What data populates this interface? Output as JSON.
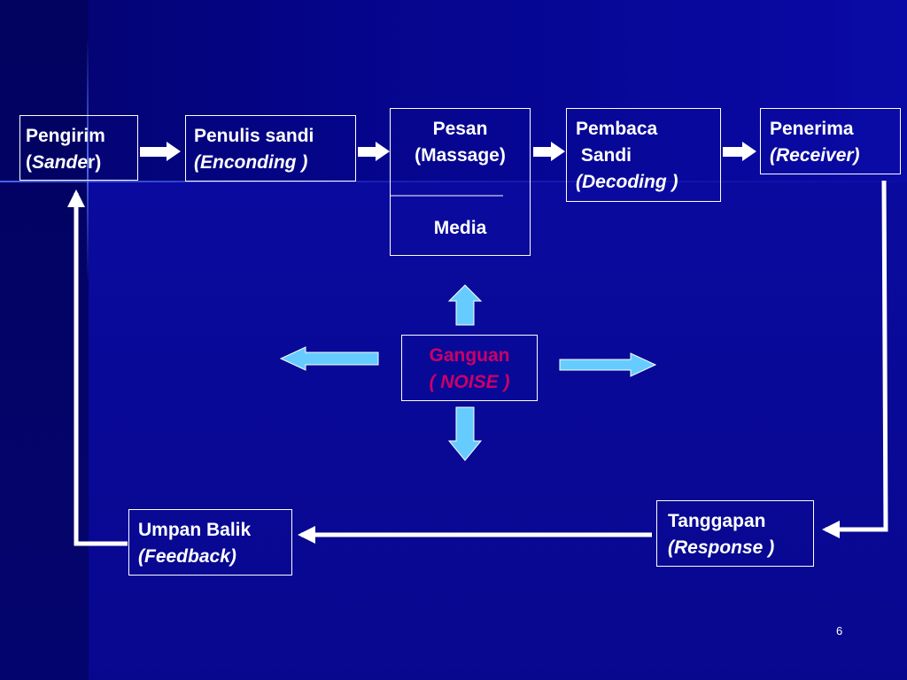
{
  "nodes": {
    "sender": {
      "line1": "Pengirim",
      "line2_prefix": "(",
      "line2_italic": "Sande",
      "line2_suffix": "r)"
    },
    "encoder": {
      "line1": "Penulis sandi",
      "line2": "(Enconding )"
    },
    "message": {
      "line1": "Pesan",
      "line2": "(Massage)",
      "line3": "Media"
    },
    "decoder": {
      "line1": "Pembaca",
      "line2": " Sandi",
      "line3": "(Decoding )"
    },
    "receiver": {
      "line1": "Penerima",
      "line2": "(Receiver)"
    },
    "noise": {
      "line1": "Ganguan",
      "line2": "( NOISE )"
    },
    "response": {
      "line1": "Tanggapan",
      "line2": "(Response )"
    },
    "feedback": {
      "line1": "Umpan Balik",
      "line2": "(Feedback)"
    }
  },
  "edges": [
    {
      "from": "sender",
      "to": "encoder"
    },
    {
      "from": "encoder",
      "to": "message"
    },
    {
      "from": "message",
      "to": "decoder"
    },
    {
      "from": "decoder",
      "to": "receiver"
    },
    {
      "from": "receiver",
      "to": "response"
    },
    {
      "from": "response",
      "to": "feedback"
    },
    {
      "from": "feedback",
      "to": "sender"
    }
  ],
  "colors": {
    "background": "#000080",
    "box_border": "#ffffff",
    "text": "#ffffff",
    "noise_text": "#cc0066",
    "noise_arrow": "#66ccff"
  },
  "slide_number": "6"
}
